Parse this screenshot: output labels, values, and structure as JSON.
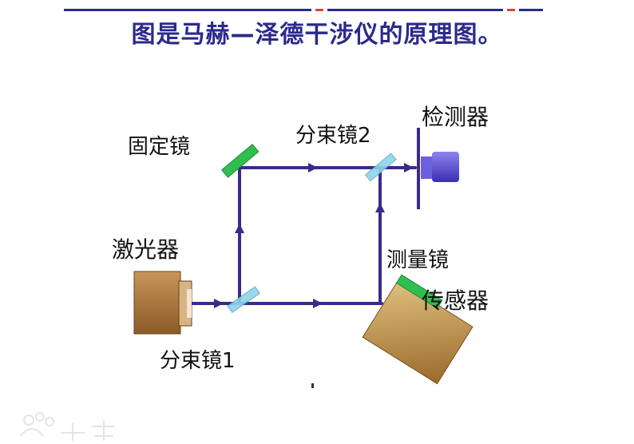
{
  "title": "图是马赫—泽德干涉仪的原理图。",
  "labels": {
    "fixed_mirror": "固定镜",
    "beam_splitter_2": "分束镜2",
    "detector": "检测器",
    "laser": "激光器",
    "measuring_mirror": "测量镜",
    "sensor": "传感器",
    "beam_splitter_1": "分束镜1"
  },
  "colors": {
    "title": "#2b2a8c",
    "beam": "#3b2a8c",
    "mirror_green": "#2fbf4f",
    "splitter_blue": "#8fd4e8",
    "laser_body": "#b07a3c",
    "sensor_body": "#c79a52",
    "detector_purple": "#5a4fd6"
  }
}
